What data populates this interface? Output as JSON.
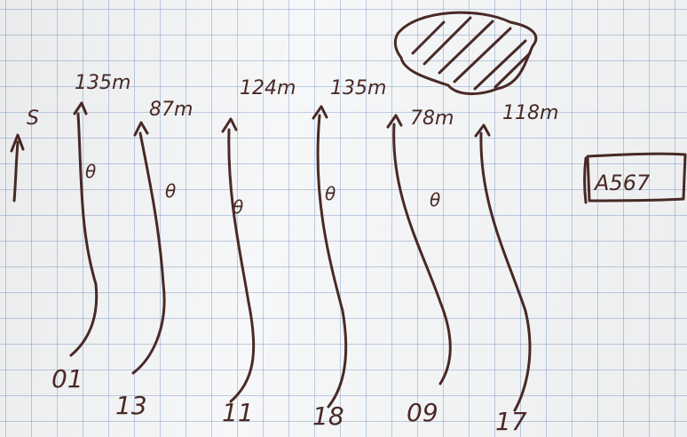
{
  "ink_color": "#4a2a26",
  "grid_color": "#7896c8",
  "north_marker": {
    "label": "S",
    "icon": "north-arrow-icon"
  },
  "plaque": {
    "label": "A567"
  },
  "cloud_icon": "hatched-cloud-icon",
  "runways": [
    {
      "number": "01",
      "length": "135m",
      "angle_mark": "θ"
    },
    {
      "number": "13",
      "length": "87m",
      "angle_mark": "θ"
    },
    {
      "number": "11",
      "length": "124m",
      "angle_mark": "θ"
    },
    {
      "number": "18",
      "length": "135m",
      "angle_mark": "θ"
    },
    {
      "number": "09",
      "length": "78m",
      "angle_mark": "θ"
    },
    {
      "number": "17",
      "length": "118m",
      "angle_mark": ""
    }
  ]
}
